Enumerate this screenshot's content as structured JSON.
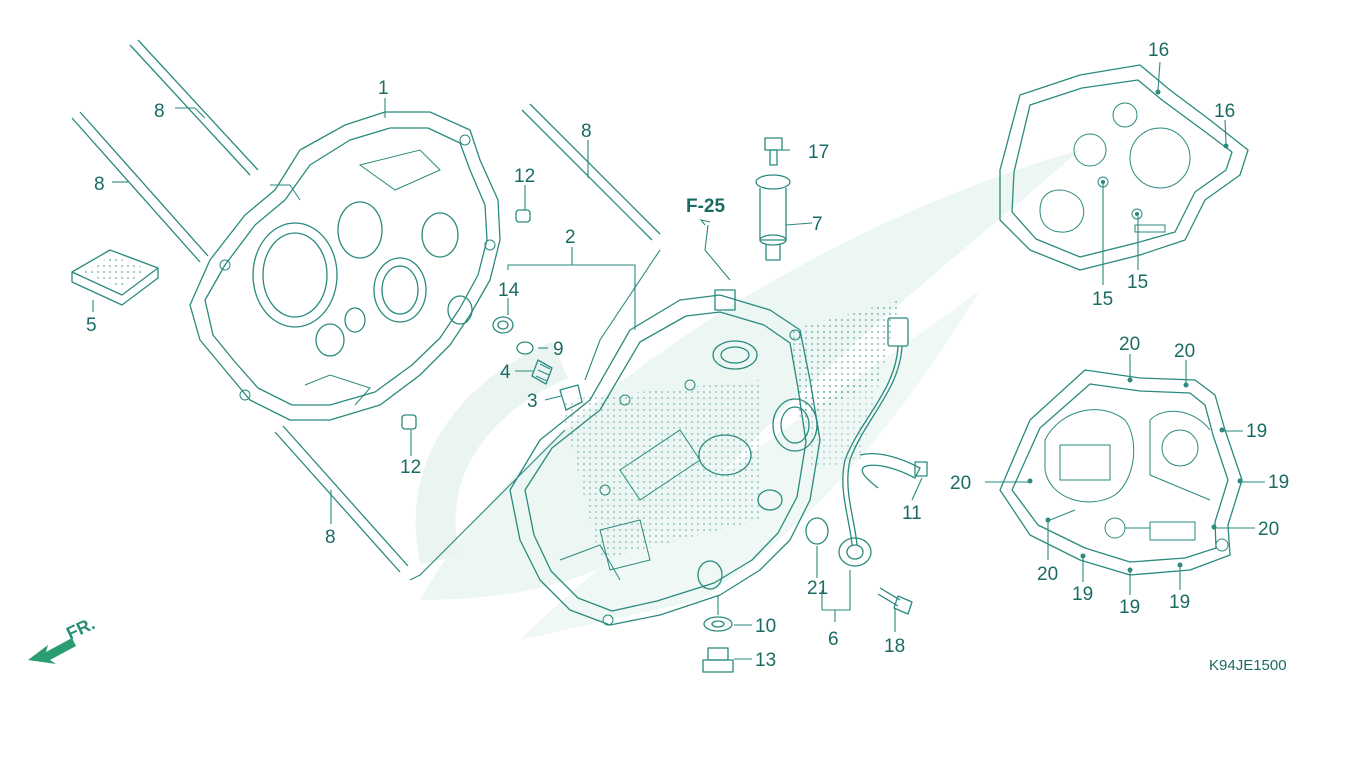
{
  "colors": {
    "line": "#2a8a7e",
    "text": "#1a6b63",
    "watermark": "#e8f5f1",
    "arrow": "#2a9d72"
  },
  "labels": {
    "l1": "1",
    "l2": "2",
    "l3": "3",
    "l4": "4",
    "l5": "5",
    "l6": "6",
    "l7": "7",
    "l8a": "8",
    "l8b": "8",
    "l8c": "8",
    "l8d": "8",
    "l9": "9",
    "l10": "10",
    "l11": "11",
    "l12a": "12",
    "l12b": "12",
    "l13": "13",
    "l14": "14",
    "l15a": "15",
    "l15b": "15",
    "l16a": "16",
    "l16b": "16",
    "l17": "17",
    "l18": "18",
    "l19a": "19",
    "l19b": "19",
    "l19c": "19",
    "l19d": "19",
    "l19e": "19",
    "l20a": "20",
    "l20b": "20",
    "l20c": "20",
    "l20d": "20",
    "l20e": "20",
    "l21": "21"
  },
  "reference": "F-25",
  "front_marker": "FR.",
  "diagram_code": "K94JE1500"
}
